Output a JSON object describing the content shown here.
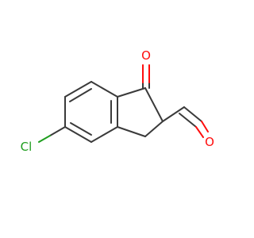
{
  "molecule": {
    "atoms": {
      "ketone_oxygen": "O",
      "aldehyde_oxygen": "O",
      "chlorine": "Cl"
    }
  },
  "colors": {
    "bond": "#3a3a3a",
    "oxygen": "#ff0d0d",
    "chlorine": "#1f9e1f",
    "background": "#ffffff"
  }
}
